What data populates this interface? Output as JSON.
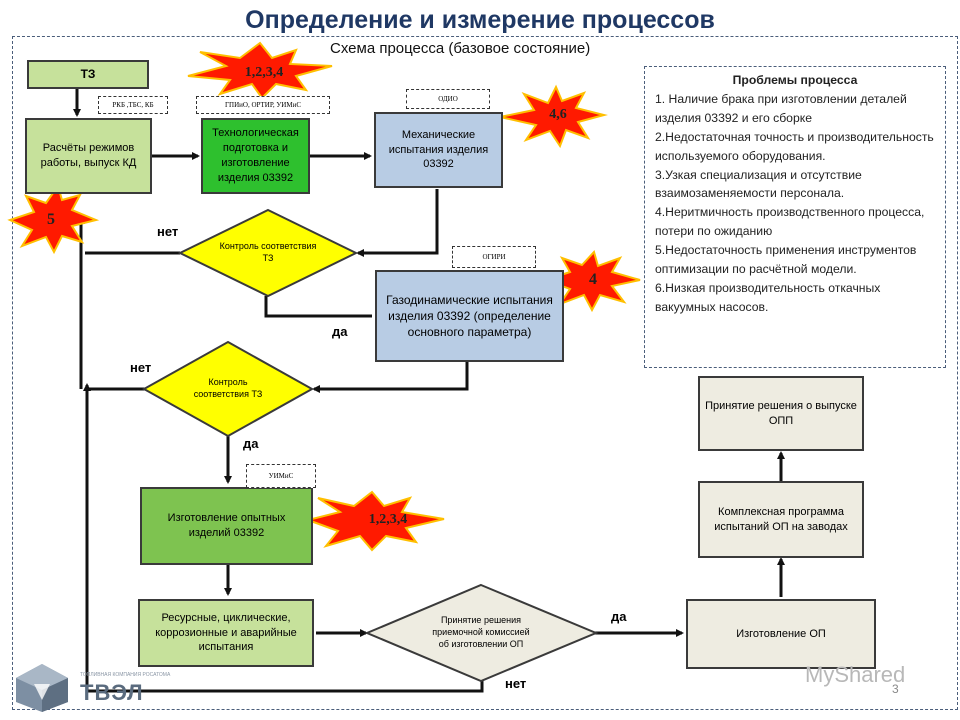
{
  "title": "Определение и измерение процессов",
  "subtitle": "Схема процесса (базовое состояние)",
  "boxes": {
    "tz": "ТЗ",
    "calc": "Расчёты режимов работы, выпуск КД",
    "tech": "Технологическая подготовка и изготовление изделия 03392",
    "mech": "Механические испытания изделия 03392",
    "gas": "Газодинамические испытания изделия 03392 (определение основного параметра)",
    "manuf": "Изготовление опытных изделий 03392",
    "resource": "Ресурсные, циклические, коррозионные и аварийные испытания",
    "op": "Изготовление ОП",
    "complex": "Комплексная программа испытаний ОП на заводах",
    "decision": "Принятие решения о выпуске ОПП"
  },
  "diamonds": {
    "check1": "Контроль соответствия ТЗ",
    "check2": "Контроль соответствия ТЗ",
    "commission": "Принятие решения приемочной комиссией об изготовлении ОП"
  },
  "tags": {
    "rkb": "РКБ ,ТБС, КБ",
    "gpio": "ГПИиО, ОРТИР, УИМиС",
    "odio": "ОДИО",
    "ogiri": "ОГИРИ",
    "uimis": "УИМиС"
  },
  "bursts": {
    "b1": "1,2,3,4",
    "b2": "4,6",
    "b3": "5",
    "b4": "4",
    "b5": "1,2,3,4"
  },
  "labels": {
    "net1": "нет",
    "da1": "да",
    "net2": "нет",
    "da2": "да",
    "da3": "да",
    "net3": "нет"
  },
  "problems": {
    "heading": "Проблемы процесса",
    "items": [
      "1. Наличие брака при изготовлении деталей изделия 03392 и его сборке",
      "2.Недостаточная точность и производительность используемого оборудования.",
      "3.Узкая специализация и отсутствие взаимозаменяемости персонала.",
      "4.Неритмичность производственного процесса, потери по ожиданию",
      "5.Недостаточность применения инструментов оптимизации по расчётной модели.",
      "6.Низкая производительность откачных вакуумных насосов."
    ]
  },
  "page_number": "3",
  "logo": {
    "name": "ТВЭЛ",
    "caption": "ТОПЛИВНАЯ КОМПАНИЯ РОСАТОМА"
  },
  "watermark": "MyShared",
  "colors": {
    "title": "#1f3864",
    "green_light": "#c6e19b",
    "green_dark": "#7ec350",
    "green_bright": "#2ec02e",
    "blue": "#b8cce4",
    "beige": "#eeece1",
    "yellow": "#ffff00",
    "burst": "#ff1a00"
  }
}
